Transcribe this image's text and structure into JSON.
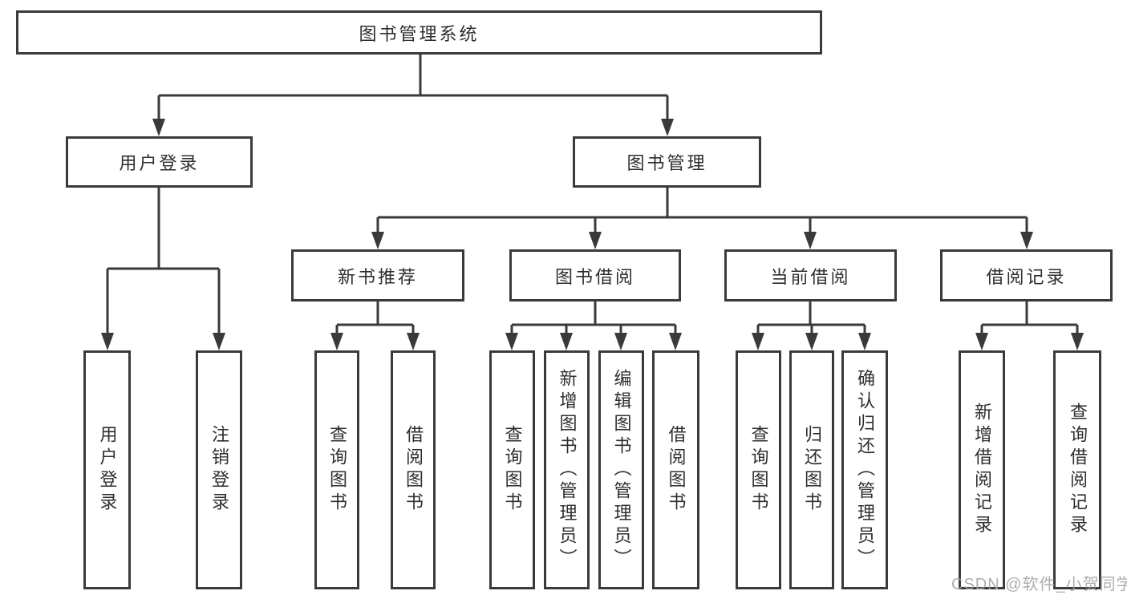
{
  "nodes": {
    "root": "图书管理系统",
    "level2": [
      "用户登录",
      "图书管理"
    ],
    "level3": [
      "新书推荐",
      "图书借阅",
      "当前借阅",
      "借阅记录"
    ],
    "leaves": [
      "用户登录",
      "注销登录",
      "查询图书",
      "借阅图书",
      "查询图书",
      "新增图书（管理员）",
      "编辑图书（管理员）",
      "借阅图书",
      "查询图书",
      "归还图书",
      "确认归还（管理员）",
      "新增借阅记录",
      "查询借阅记录"
    ]
  },
  "watermark": "CSDN @软件_小贺同学",
  "colors": {
    "line": "#3a3a3a",
    "text": "#2e2e2e",
    "background": "#ffffff",
    "watermark": "#a3a3a3"
  }
}
